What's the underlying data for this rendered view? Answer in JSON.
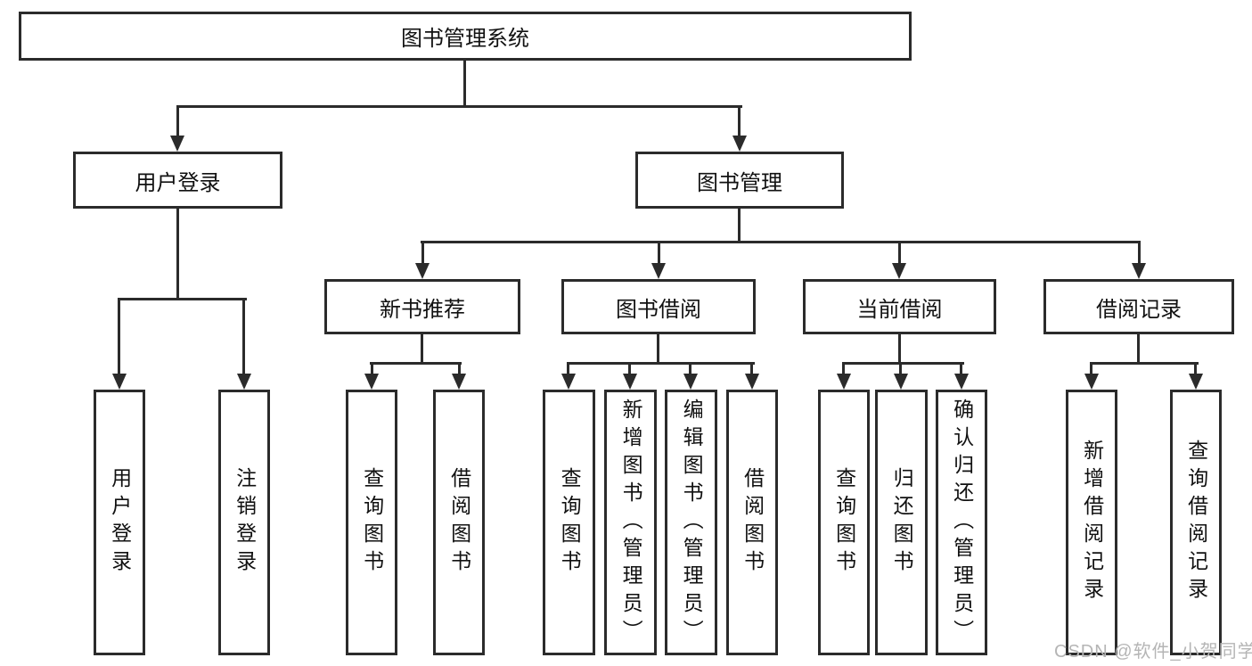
{
  "nodes": {
    "root": "图书管理系统",
    "level2": [
      "用户登录",
      "图书管理"
    ],
    "level3": [
      "新书推荐",
      "图书借阅",
      "当前借阅",
      "借阅记录"
    ],
    "leaves": {
      "login": [
        "用户登录",
        "注销登录"
      ],
      "recommend": [
        "查询图书",
        "借阅图书"
      ],
      "borrow": [
        "查询图书",
        "新增图书（管理员）",
        "编辑图书（管理员）",
        "借阅图书"
      ],
      "current": [
        "查询图书",
        "归还图书",
        "确认归还（管理员）"
      ],
      "records": [
        "新增借阅记录",
        "查询借阅记录"
      ]
    }
  },
  "watermark": {
    "text": "CSDN @软件_小贺同学"
  },
  "colors": {
    "line": "#2b2b2b",
    "text": "#111111",
    "background": "#ffffff",
    "watermark": "#b5b5b5"
  }
}
